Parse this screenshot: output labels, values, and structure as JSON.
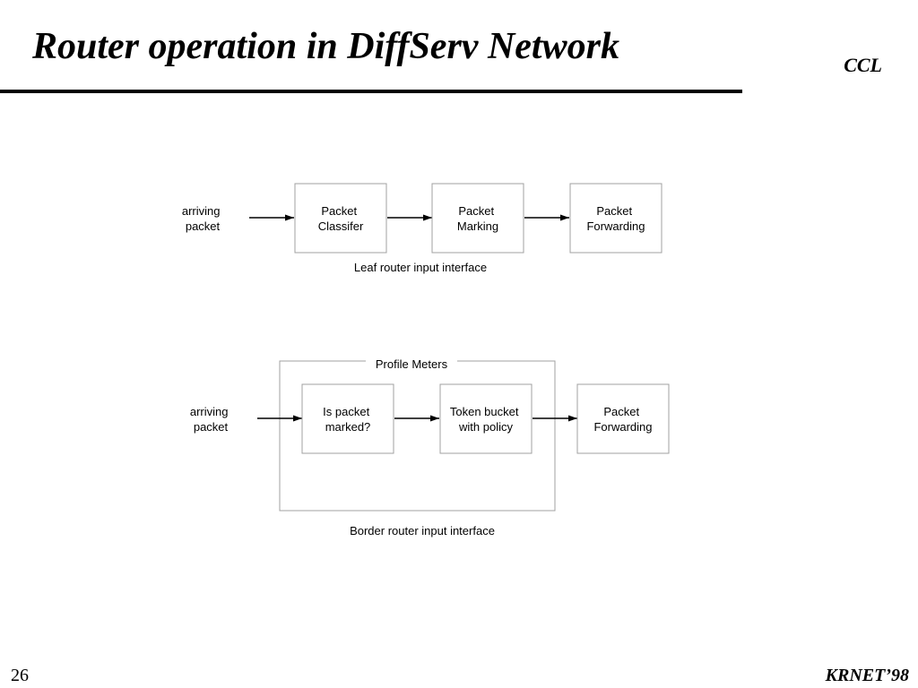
{
  "slide": {
    "title": "Router operation in DiffServ Network",
    "brand": "CCL",
    "number": "26",
    "footer": "KRNET’98"
  },
  "leaf": {
    "input_lines": [
      "arriving",
      "packet"
    ],
    "nodes": [
      {
        "id": "classifier",
        "lines": [
          "Packet",
          "Classifer"
        ]
      },
      {
        "id": "marking",
        "lines": [
          "Packet",
          "Marking"
        ]
      },
      {
        "id": "forwarding",
        "lines": [
          "Packet",
          "Forwarding"
        ]
      }
    ],
    "caption": "Leaf router input interface"
  },
  "border": {
    "input_lines": [
      "arriving",
      "packet"
    ],
    "group_label": "Profile Meters",
    "nodes": [
      {
        "id": "is-marked",
        "lines": [
          "Is packet",
          "marked?"
        ]
      },
      {
        "id": "token-bucket",
        "lines": [
          "Token bucket",
          "with policy"
        ]
      },
      {
        "id": "forwarding",
        "lines": [
          "Packet",
          "Forwarding"
        ]
      }
    ],
    "caption": "Border router input interface"
  }
}
